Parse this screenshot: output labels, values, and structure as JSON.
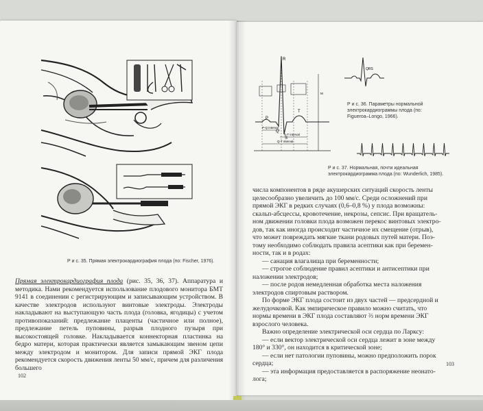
{
  "left_page": {
    "fig35_caption": "Р и с. 35. Прямая электрокардиография плода (по: Fischer, 1976).",
    "paragraph_title": "Прямая электрокардиография плода",
    "paragraph_rest": " (рис. 35, 36, 37). Аппаратура и методика. Нами рекомендуется использование плодового монитора БМТ 9141 в соединении с регистрирующим и записывающим устройством. В качестве электродов используют винтовые электроды. Электроды накладывают на выступающую часть плода (головка, ягодицы) с учетом противопоказаний: предлежание плаценты (частичное или полное), предлежание петель пуповины, разрыв плодного пузыря при высокостоящей головке. Накладывается коннекторная пластинка на бедро матери, которая практически является замыкающим звеном цепи между электродом и монитором. Для записи прямой ЭКГ плода рекомендуется скорость движения ленты 50 мм/с, причем для различения большего",
    "page_number": "102"
  },
  "right_page": {
    "fig36_caption": "Р и с. 36. Параметры нормальной электрокардиограммы плода (по: Figueroa–Longo, 1966).",
    "fig37_caption": "Р и с. 37. Нормальная, почти идеальная электрокардиограмма плода (по: Wunderlich, 1985).",
    "ecg_labels": {
      "p": "P",
      "q": "Q",
      "r": "R",
      "s": "S",
      "t": "T",
      "pq_interval": "P-Q interval",
      "qt_interval": "Q-T interval",
      "st_interval": "S-T interval",
      "qrs": "QRS",
      "m": "M"
    },
    "lines": [
      "числа компонентов в ряде акушерских ситуаций скорость ленты",
      "целесообразно увеличить до 100 мм/с. Среди осложнений при",
      "прямой ЭКГ в редких случаях (0,6–0,8 %) у плода возможны:",
      "скальп-абсцессы, кровотечение, некрозы, сепсис. При вращатель-",
      "ном движении головки плода возможен перекос винтовых электро-",
      "дов, так как иногда происходит частичное их смещение (отрыв),",
      "что может повреждать мягкие ткани родовых путей матери. Поэ-",
      "тому необходимо соблюдать правила асептики как при беремен-",
      "ности, так и в родах:",
      "— санация влагалища при беременности;",
      "— строгое соблюдение правил асептики и антисептики при",
      "наложении электродов;",
      "— после родов немедленная обработка места наложения",
      "электродов спиртовым раствором.",
      "По форме ЭКГ плода состоит из двух частей — предсердной и",
      "желудочковой. Как эмпирическое правило можно считать, что",
      "нормы времени в ЭКГ плода составляют ⅔ норм времени ЭКГ",
      "взрослого человека.",
      "Важно определение электрической оси сердца по Ларксу:",
      "— если вектор электрической оси сердца лежит в зоне между",
      "180° и 330°, он находится в критической зоне;",
      "— если нет патологии пуповины, можно предположить порок",
      "сердца;",
      "— эта информация предоставляется в распоряжение неонато-",
      "лога;"
    ],
    "page_number": "103"
  }
}
